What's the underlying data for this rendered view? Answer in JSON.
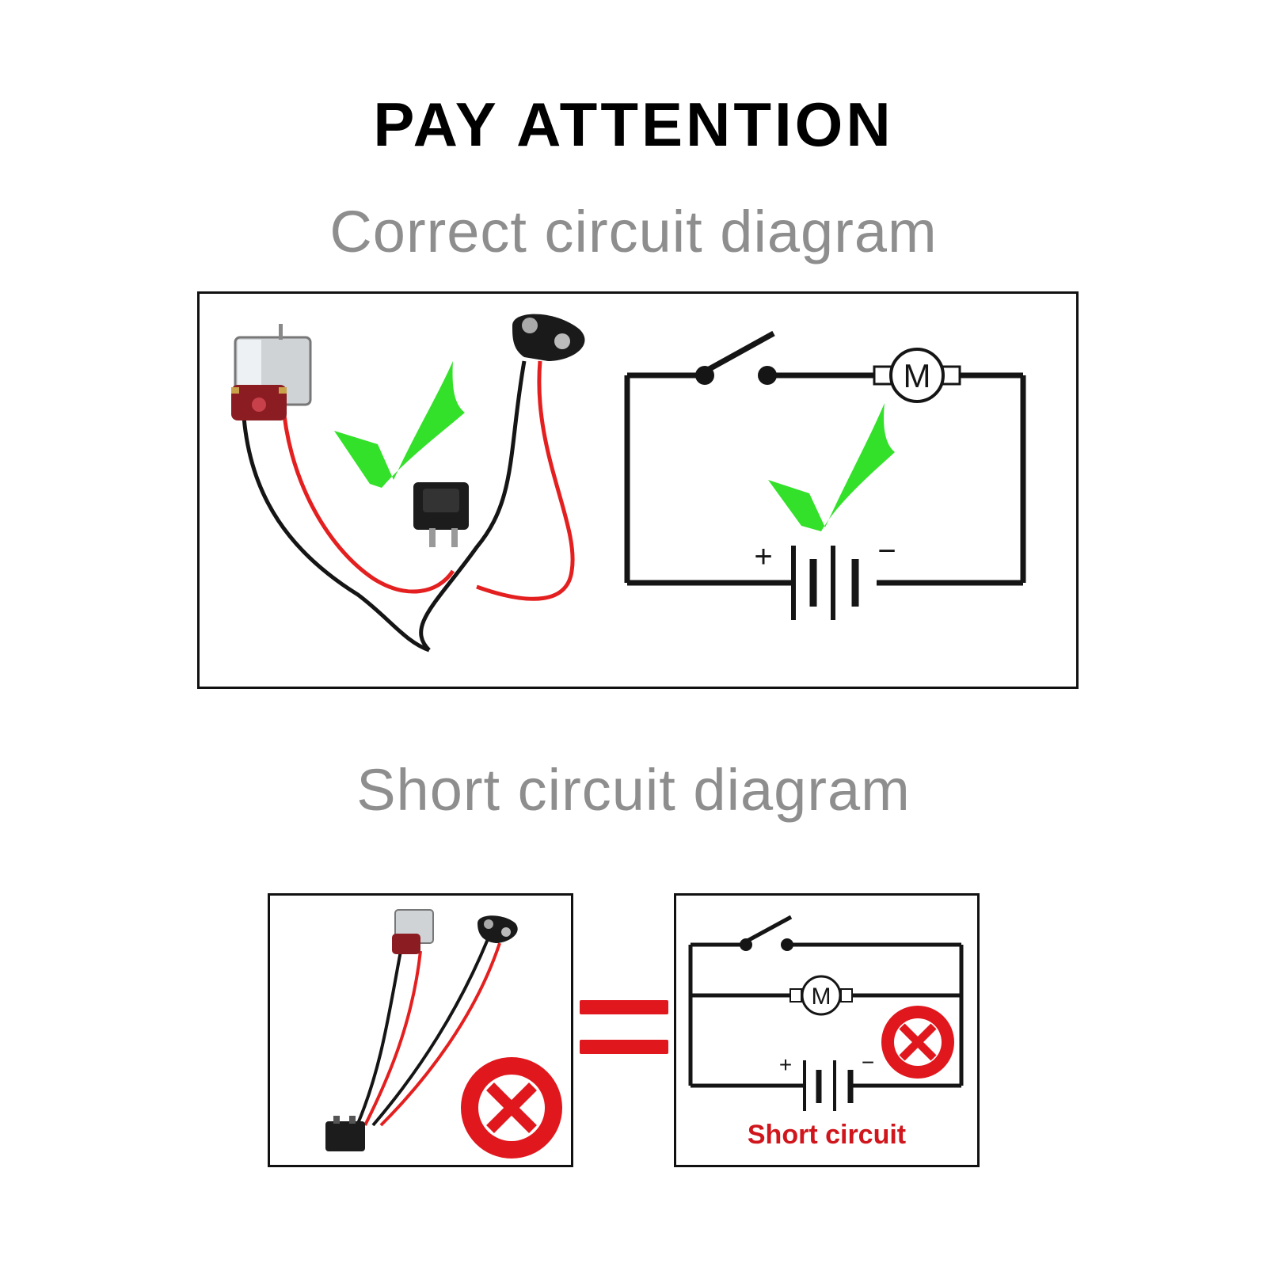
{
  "header": {
    "title": "PAY ATTENTION"
  },
  "correct_section": {
    "title": "Correct circuit diagram",
    "motor_label": "M",
    "battery_plus": "+",
    "battery_minus": "−"
  },
  "short_section": {
    "title": "Short circuit diagram",
    "motor_label": "M",
    "battery_plus": "+",
    "battery_minus": "−",
    "short_label": "Short circuit"
  },
  "icons": [
    "check-icon",
    "cross-icon",
    "equals-icon",
    "motor-icon",
    "battery-icon",
    "switch-icon"
  ],
  "colors": {
    "check": "#33e02a",
    "cross": "#e0181e",
    "wire_red": "#e41f1f",
    "wire_black": "#151515",
    "heading_gray": "#8e8e8e"
  }
}
